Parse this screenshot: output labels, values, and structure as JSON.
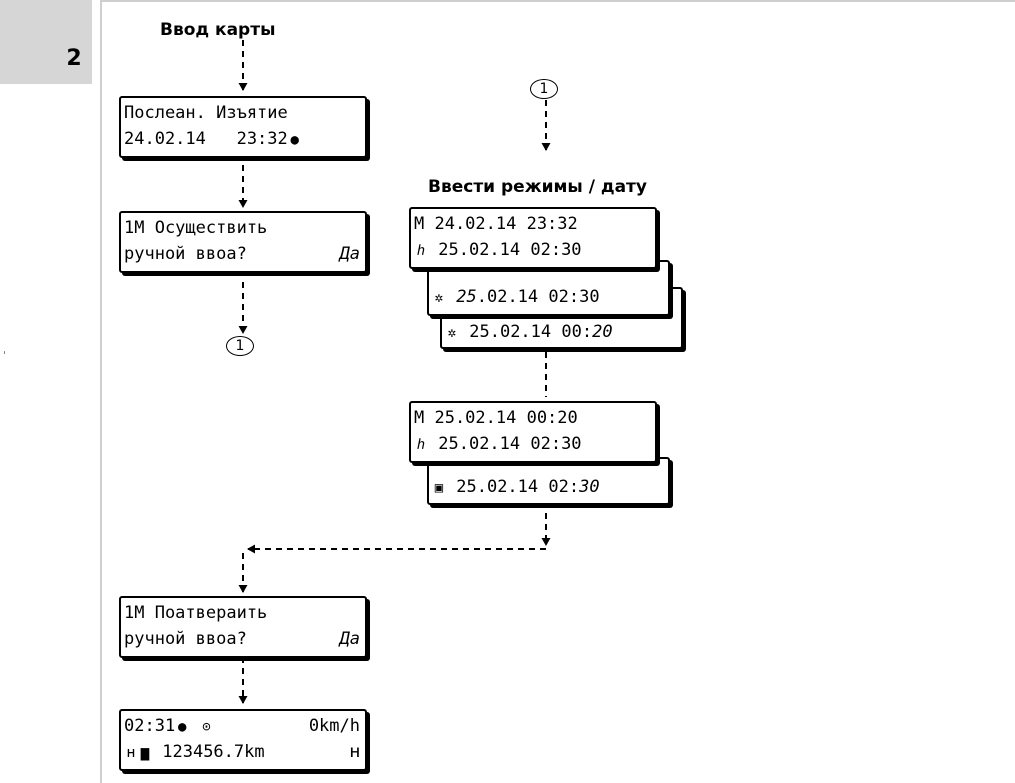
{
  "chapter": "2",
  "left": {
    "heading": "Ввод карты",
    "screen1": {
      "line1": "Послеан. Изъятие",
      "line2": "24.02.14   23:32"
    },
    "screen2": {
      "line1": "1M Осуществить",
      "line2_text": "ручной ввоа?",
      "line2_answer": "Да"
    },
    "connector": "1"
  },
  "right": {
    "connector": "1",
    "heading": "Ввести режимы / дату",
    "stack1": {
      "row1": "M 24.02.14 23:32",
      "row2": "25.02.14 02:30",
      "row3_day": "25",
      "row3_rest": ".02.14 02:30",
      "row4_main": "25.02.14 00:",
      "row4_min": "20"
    },
    "stack2": {
      "row1": "M 25.02.14 00:20",
      "row2": "25.02.14 02:30",
      "row3_main": "25.02.14 02:",
      "row3_min": "30"
    }
  },
  "bottom": {
    "screen3": {
      "line1": "1M Поатвераить",
      "line2_text": "ручной ввоа?",
      "line2_answer": "Да"
    },
    "screen4": {
      "line1_time": "02:31",
      "line1_speed": "0km/h",
      "line2": "123456.7km"
    }
  },
  "icons": [
    "sun-icon",
    "bed-icon",
    "crossed-hammers-icon",
    "box-icon",
    "clock-icon",
    "card-icon"
  ]
}
